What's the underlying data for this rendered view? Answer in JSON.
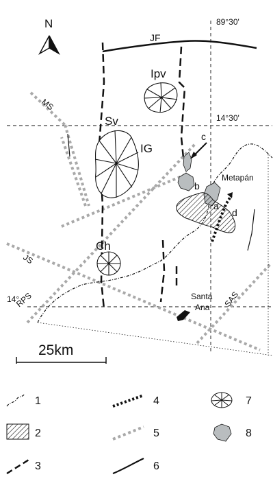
{
  "map": {
    "north": "N",
    "coords": {
      "lon_top": "89°30'",
      "lat_mid": "14°30'",
      "lat_bottom": "14°"
    },
    "faults": {
      "jf": "JF",
      "ms": "MS",
      "js": "JS",
      "rps": "RPS",
      "sas": "SAS"
    },
    "volcanoes": {
      "ipv": "Ipv",
      "sv": "Sv",
      "ch": "Ch"
    },
    "graben": "IG",
    "sites": {
      "a": "a",
      "b": "b",
      "c": "c",
      "d": "d"
    },
    "towns": {
      "metapan": "Metapán",
      "santa": "Santa",
      "ana": "Ana"
    },
    "scale_bar": "25km",
    "colors": {
      "lava_fill": "#b9bdbf",
      "fault_gray": "#a9a9a9",
      "line": "#111111"
    }
  },
  "legend": {
    "items": [
      {
        "num": "1",
        "symbol": "border-icon"
      },
      {
        "num": "2",
        "symbol": "hatch-icon"
      },
      {
        "num": "3",
        "symbol": "dashed-fault-icon"
      },
      {
        "num": "4",
        "symbol": "dotted-heavy-icon"
      },
      {
        "num": "5",
        "symbol": "gray-dotted-icon"
      },
      {
        "num": "6",
        "symbol": "solid-fault-icon"
      },
      {
        "num": "7",
        "symbol": "volcano-icon"
      },
      {
        "num": "8",
        "symbol": "lava-flow-icon"
      }
    ]
  }
}
